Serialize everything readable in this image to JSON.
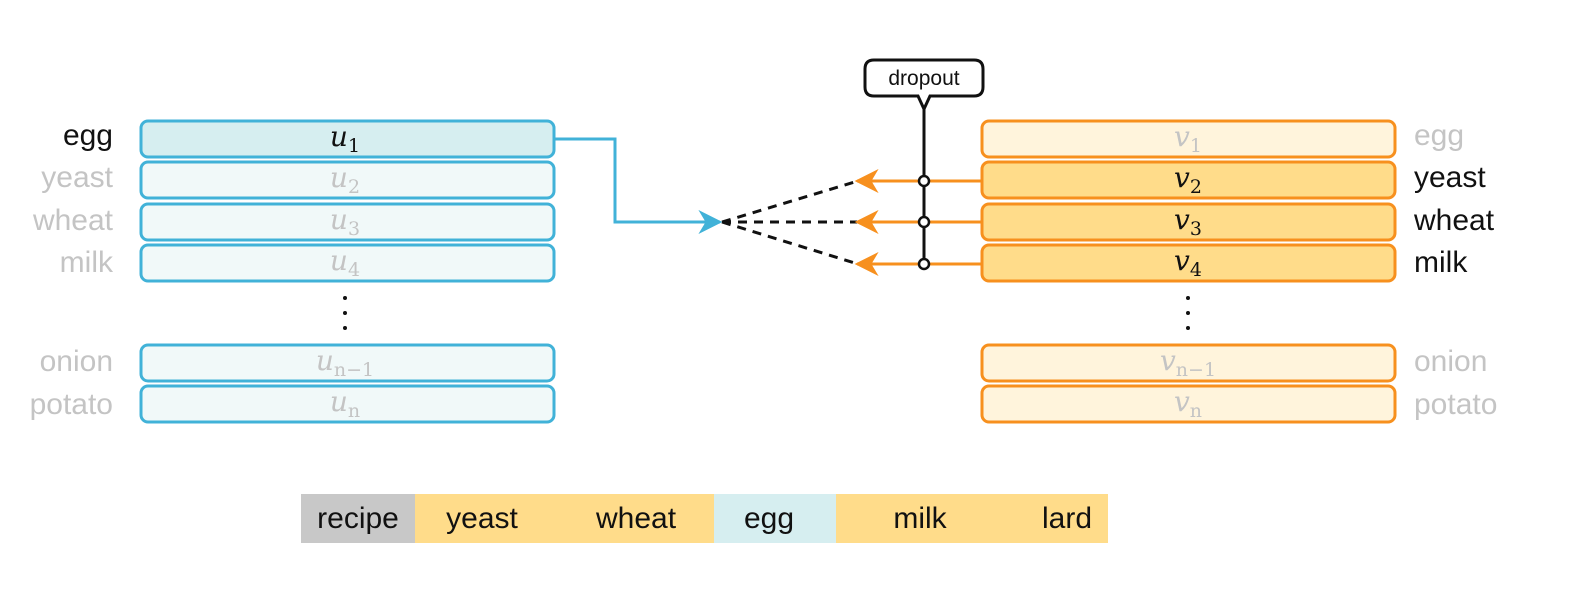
{
  "left": {
    "rows": [
      {
        "word": "egg",
        "base": "u",
        "sub": "1",
        "active": true
      },
      {
        "word": "yeast",
        "base": "u",
        "sub": "2",
        "active": false
      },
      {
        "word": "wheat",
        "base": "u",
        "sub": "3",
        "active": false
      },
      {
        "word": "milk",
        "base": "u",
        "sub": "4",
        "active": false
      },
      {
        "word": "onion",
        "base": "u",
        "sub": "n−1",
        "active": false
      },
      {
        "word": "potato",
        "base": "u",
        "sub": "n",
        "active": false
      }
    ]
  },
  "right": {
    "rows": [
      {
        "word": "egg",
        "base": "v",
        "sub": "1",
        "active": false
      },
      {
        "word": "yeast",
        "base": "v",
        "sub": "2",
        "active": true
      },
      {
        "word": "wheat",
        "base": "v",
        "sub": "3",
        "active": true
      },
      {
        "word": "milk",
        "base": "v",
        "sub": "4",
        "active": true
      },
      {
        "word": "onion",
        "base": "v",
        "sub": "n−1",
        "active": false
      },
      {
        "word": "potato",
        "base": "v",
        "sub": "n",
        "active": false
      }
    ]
  },
  "dropout_label": "dropout",
  "recipe_bar": {
    "segments": [
      {
        "label": "recipe",
        "kind": "recipe"
      },
      {
        "label": "yeast",
        "kind": "context"
      },
      {
        "label": "wheat",
        "kind": "context"
      },
      {
        "label": "egg",
        "kind": "target"
      },
      {
        "label": "milk",
        "kind": "context"
      },
      {
        "label": "lard",
        "kind": "context"
      }
    ]
  },
  "colors": {
    "blue": "#41b2d8",
    "blue_fill_active": "#d6eef0",
    "blue_fill": "#f1f9f9",
    "orange": "#f7901e",
    "orange_fill_active": "#ffdc8a",
    "orange_fill": "#fff4dc",
    "recipe_gray": "#c8c8c8",
    "context_yellow": "#ffdc8a",
    "target_blue": "#d6eef0"
  }
}
